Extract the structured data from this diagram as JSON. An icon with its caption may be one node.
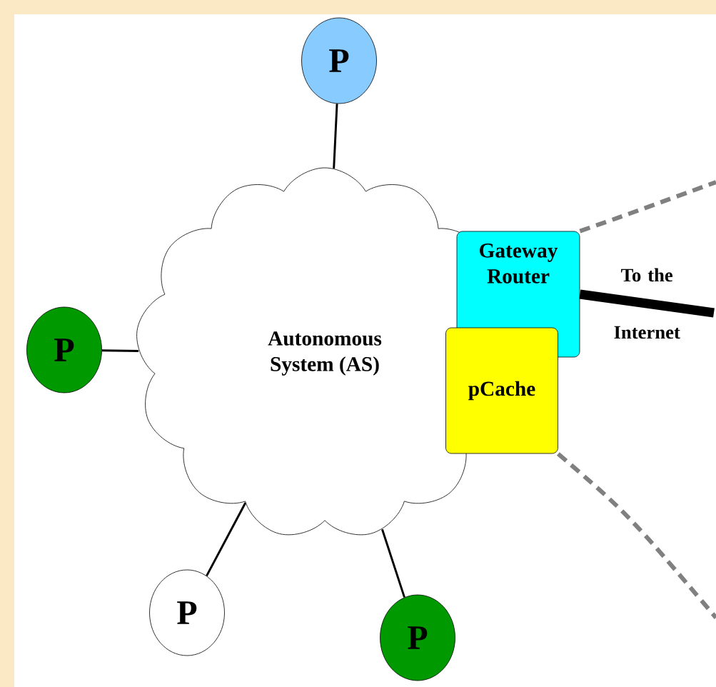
{
  "diagram": {
    "nodes": [
      {
        "text": [
          "P"
        ]
      },
      {
        "text": [
          "Autonomous System (AS)"
        ]
      },
      {
        "text": [
          "Gateway Router"
        ]
      },
      {
        "text": [
          "P"
        ]
      },
      {
        "text": [
          "pCache"
        ]
      },
      {
        "text": [
          "P"
        ]
      },
      {
        "text": [
          "P"
        ]
      }
    ],
    "edges": [
      {
        "from": 0,
        "to": 1,
        "arrow": "none"
      },
      {
        "from": 3,
        "to": 1,
        "arrow": "none"
      },
      {
        "from": 5,
        "to": 1,
        "arrow": "none"
      },
      {
        "from": 6,
        "to": 1,
        "arrow": "none"
      },
      {
        "from": 2,
        "to": null,
        "arrow": "none",
        "style": "thick",
        "label": "To the Internet"
      },
      {
        "from": 2,
        "to": null,
        "arrow": "none",
        "style": "dashed",
        "color": "#808080"
      },
      {
        "from": 4,
        "to": null,
        "arrow": "none",
        "style": "dashed",
        "color": "#808080"
      }
    ]
  }
}
